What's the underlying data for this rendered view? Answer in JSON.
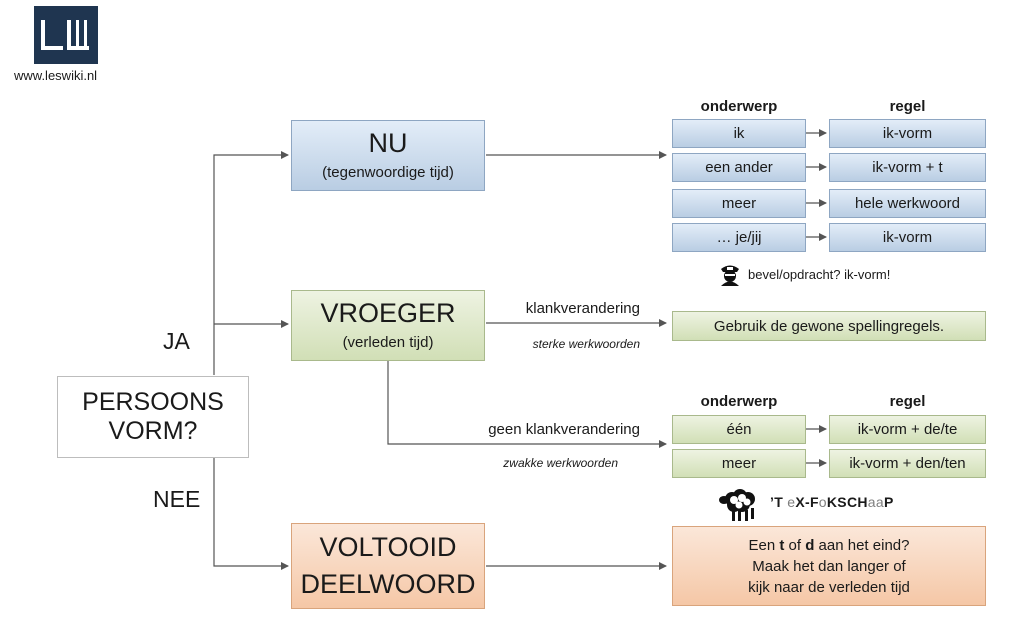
{
  "logo": {
    "mark": "LW",
    "url": "www.leswiki.nl"
  },
  "center": {
    "line1": "PERSOONS",
    "line2": "VORM?"
  },
  "ja": "JA",
  "nee": "NEE",
  "nu": {
    "title": "NU",
    "subtitle": "(tegenwoordige tijd)",
    "col_subject": "onderwerp",
    "col_rule": "regel",
    "rows": [
      {
        "subject": "ik",
        "rule": "ik-vorm"
      },
      {
        "subject": "een ander",
        "rule": "ik-vorm + t"
      },
      {
        "subject": "meer",
        "rule": "hele werkwoord"
      },
      {
        "subject": "… je/jij",
        "rule": "ik-vorm"
      }
    ],
    "command_note": "bevel/opdracht? ik-vorm!"
  },
  "vroeger": {
    "title": "VROEGER",
    "subtitle": "(verleden tijd)",
    "strong_label": "klankverandering",
    "strong_sub": "sterke werkwoorden",
    "strong_rule": "Gebruik de gewone spellingregels.",
    "weak_label": "geen klankverandering",
    "weak_sub": "zwakke werkwoorden",
    "col_subject": "onderwerp",
    "col_rule": "regel",
    "rows": [
      {
        "subject": "één",
        "rule": "ik-vorm + de/te"
      },
      {
        "subject": "meer",
        "rule": "ik-vorm + den/ten"
      }
    ],
    "mnemonic": {
      "parts": [
        {
          "t": "’T ",
          "b": true
        },
        {
          "t": "e",
          "b": false
        },
        {
          "t": "X",
          "b": true
        },
        {
          "t": "-",
          "b": true
        },
        {
          "t": "F",
          "b": true
        },
        {
          "t": "o",
          "b": false
        },
        {
          "t": "KSCH",
          "b": true
        },
        {
          "t": "aa",
          "b": false
        },
        {
          "t": "P",
          "b": true
        }
      ]
    }
  },
  "voltooid": {
    "line1": "VOLTOOID",
    "line2": "DEELWOORD",
    "note": {
      "pre": "Een ",
      "t": "t",
      "mid": " of ",
      "d": "d",
      "post": " aan het eind?",
      "line2": "Maak het dan langer of",
      "line3": "kijk naar de verleden tijd"
    }
  },
  "colors": {
    "blue": "#b9cde3",
    "green": "#d1dfb6",
    "orange": "#f5c7a6",
    "line": "#555555"
  },
  "icons": {
    "command": "police-officer-icon",
    "mnemonic": "sheep-icon"
  }
}
